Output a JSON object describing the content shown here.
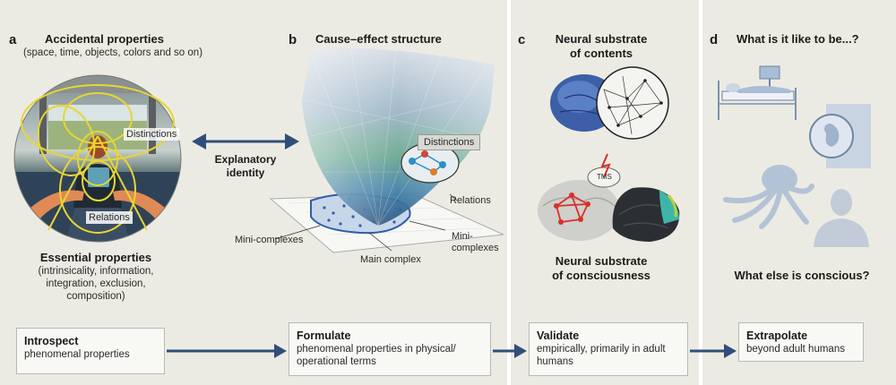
{
  "panel_a": {
    "letter": "a",
    "title": "Accidental properties",
    "subtitle": "(space, time, objects, colors and so on)",
    "distinctions_label": "Distinctions",
    "relations_label": "Relations",
    "essential_title": "Essential properties",
    "essential_list": [
      "(intrinsicality, information,",
      "integration, exclusion,",
      "composition)"
    ]
  },
  "link": {
    "label_line1": "Explanatory",
    "label_line2": "identity"
  },
  "panel_b": {
    "letter": "b",
    "title": "Cause–effect structure",
    "distinctions_label": "Distinctions",
    "relations_label": "Relations",
    "mini_left": "Mini-complexes",
    "mini_right_1": "Mini-",
    "mini_right_2": "complexes",
    "main_complex": "Main complex"
  },
  "panel_c": {
    "letter": "c",
    "title_line1": "Neural substrate",
    "title_line2": "of contents",
    "tms_label": "TMS",
    "bottom_line1": "Neural substrate",
    "bottom_line2": "of consciousness"
  },
  "panel_d": {
    "letter": "d",
    "title": "What is it like to be...?",
    "bottom": "What else is conscious?"
  },
  "steps": [
    {
      "title": "Introspect",
      "lines": [
        "phenomenal properties"
      ]
    },
    {
      "title": "Formulate",
      "lines": [
        "phenomenal properties in physical/",
        "operational terms"
      ]
    },
    {
      "title": "Validate",
      "lines": [
        "empirically, primarily in adult",
        "humans"
      ]
    },
    {
      "title": "Extrapolate",
      "lines": [
        "beyond adult humans"
      ]
    }
  ],
  "colors": {
    "panel_bg": "#ecebe3",
    "arrow": "#2f4f7a",
    "yellow": "#e8d532",
    "box_bg": "#f8f8f5"
  }
}
